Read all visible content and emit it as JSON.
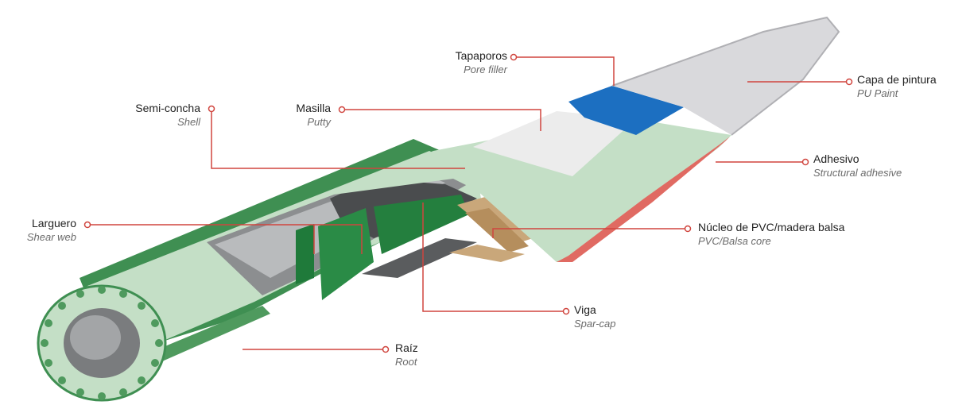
{
  "colors": {
    "leader": "#d0453e",
    "label_es": "#222222",
    "label_en": "#6b6b6b",
    "shell_green": "#c4dfc6",
    "dark_green": "#4f9a5e",
    "shear_web": "#1f7a3a",
    "spar_cap": "#4a4c4e",
    "paint_grey": "#d9d9dc",
    "pore_filler": "#1c6fc1",
    "putty": "#ececec",
    "adhesive": "#e06a62",
    "balsa": "#c9a77a"
  },
  "labels": {
    "tapaporos": {
      "es": "Tapaporos",
      "en": "Pore filler"
    },
    "capa_pintura": {
      "es": "Capa de pintura",
      "en": "PU Paint"
    },
    "semi_concha": {
      "es": "Semi-concha",
      "en": "Shell"
    },
    "masilla": {
      "es": "Masilla",
      "en": "Putty"
    },
    "adhesivo": {
      "es": "Adhesivo",
      "en": "Structural adhesive"
    },
    "larguero": {
      "es": "Larguero",
      "en": "Shear web"
    },
    "nucleo": {
      "es": "Núcleo de PVC/madera balsa",
      "en": "PVC/Balsa core"
    },
    "viga": {
      "es": "Viga",
      "en": "Spar-cap"
    },
    "raiz": {
      "es": "Raíz",
      "en": "Root"
    }
  }
}
